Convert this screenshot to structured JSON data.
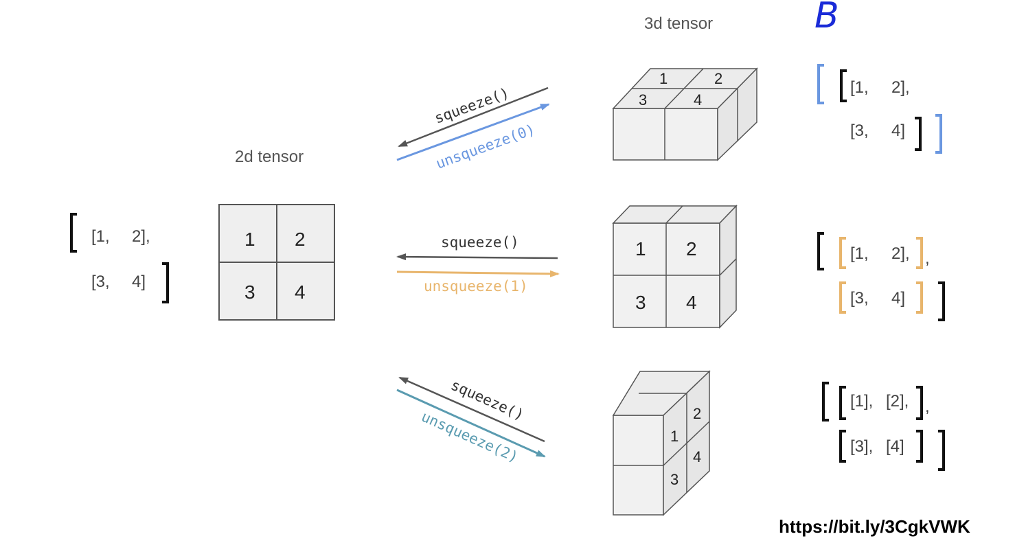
{
  "corner_mark": "B",
  "labels": {
    "tensor2d": "2d tensor",
    "tensor3d": "3d tensor"
  },
  "grid2d": [
    "1",
    "2",
    "3",
    "4"
  ],
  "left_matrix": {
    "row1_a": "[1,",
    "row1_b": "2],",
    "row2_a": "[3,",
    "row2_b": "4]"
  },
  "arrows": {
    "dim0": {
      "squeeze": "squeeze()",
      "unsqueeze": "unsqueeze(0)",
      "color": "#6a97e0"
    },
    "dim1": {
      "squeeze": "squeeze()",
      "unsqueeze": "unsqueeze(1)",
      "color": "#e8b56c"
    },
    "dim2": {
      "squeeze": "squeeze()",
      "unsqueeze": "unsqueeze(2)",
      "color": "#5a9bb0"
    }
  },
  "cube0": [
    "1",
    "2",
    "3",
    "4"
  ],
  "cube1": [
    "1",
    "2",
    "3",
    "4"
  ],
  "cube2": [
    "1",
    "2",
    "3",
    "4"
  ],
  "right_matrices": {
    "dim0": {
      "r1a": "[1,",
      "r1b": "2],",
      "r2a": "[3,",
      "r2b": "4]"
    },
    "dim1": {
      "r1a": "[1,",
      "r1b": "2],",
      "r1c": ",",
      "r2a": "[3,",
      "r2b": "4]"
    },
    "dim2": {
      "r1a": "[1],",
      "r1b": "[2],",
      "r1c": ",",
      "r2a": "[3],",
      "r2b": "[4]"
    }
  },
  "url": "https://bit.ly/3CgkVWK"
}
